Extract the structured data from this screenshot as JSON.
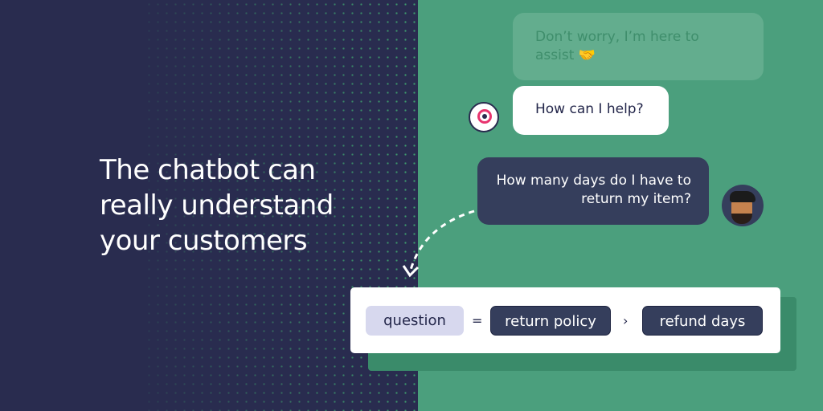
{
  "headline": "The chatbot can really understand your customers",
  "chat": {
    "faded_message": "Don’t worry, I’m here to assist 🤝",
    "bot_message": "How can I help?",
    "user_message": "How many days do I have to return my item?"
  },
  "intent": {
    "label": "question",
    "equals": "=",
    "category": "return policy",
    "separator": "›",
    "subcategory": "refund days"
  },
  "colors": {
    "navy": "#292c4f",
    "green": "#4b9f7d",
    "accent": "#e8336e"
  }
}
